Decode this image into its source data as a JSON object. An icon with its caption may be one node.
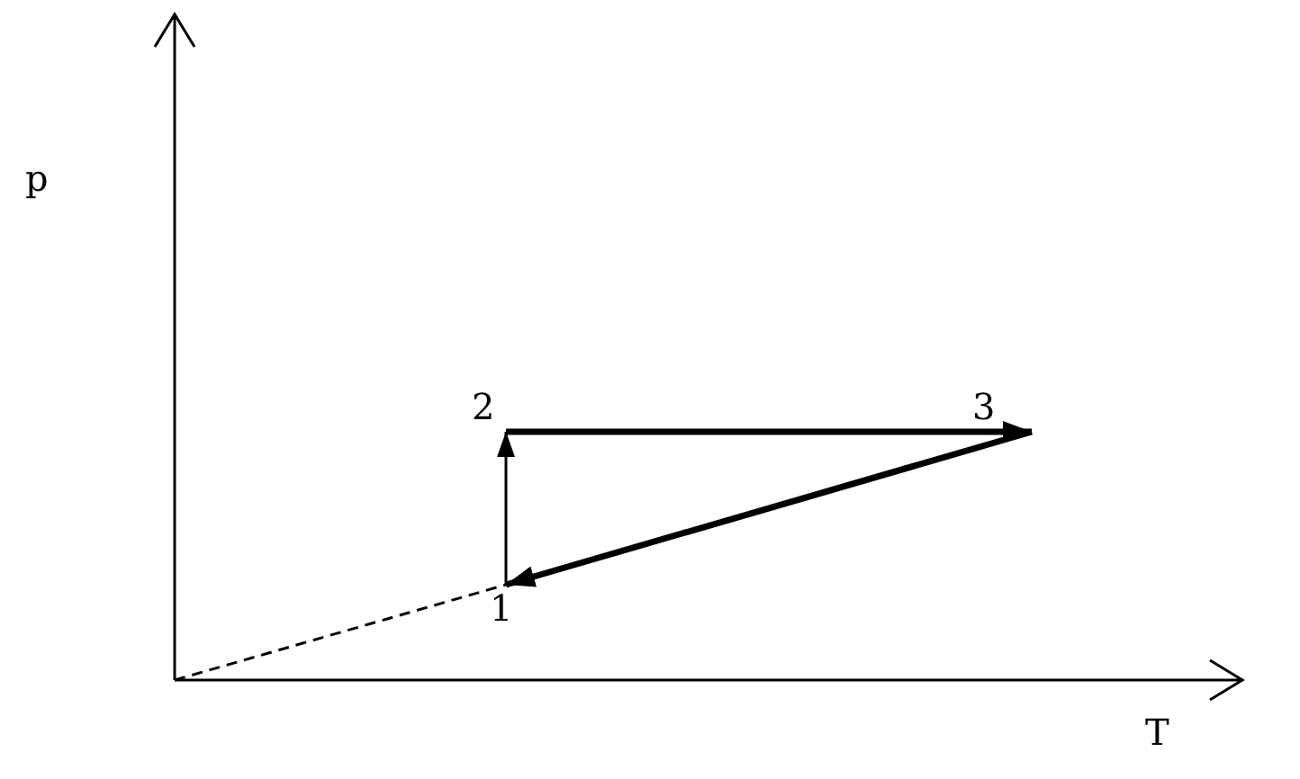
{
  "diagram": {
    "nodes": [
      {
        "text": [
          "1"
        ]
      },
      {
        "text": [
          "2"
        ]
      },
      {
        "text": [
          "3"
        ]
      }
    ],
    "edges": [
      {
        "from": 0,
        "to": 1,
        "arrow": "to"
      },
      {
        "from": 1,
        "to": 2,
        "arrow": "to",
        "style": "thick"
      },
      {
        "from": 2,
        "to": 0,
        "arrow": "to",
        "style": "thick"
      },
      {
        "from": null,
        "to": 0,
        "arrow": "none",
        "style": "dashed"
      }
    ],
    "labels": [
      "p",
      "T"
    ]
  }
}
